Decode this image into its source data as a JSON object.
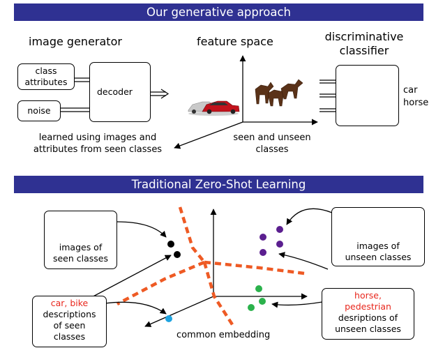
{
  "top": {
    "title": "Our generative approach",
    "image_generator": "image generator",
    "feature_space": "feature space",
    "discriminative": "discriminative",
    "classifier": "classifier",
    "class_attr_1": "class",
    "class_attr_2": "attributes",
    "noise": "noise",
    "decoder": "decoder",
    "car": "car",
    "horse": "horse",
    "learned_1": "learned using images and",
    "learned_2": "attributes from seen classes",
    "seen_unseen_1": "seen and unseen",
    "seen_unseen_2": "classes"
  },
  "bottom": {
    "title": "Traditional Zero-Shot Learning",
    "images_seen_1": "images of",
    "images_seen_2": "seen classes",
    "images_unseen_1": "images of",
    "images_unseen_2": "unseen classes",
    "desc_seen_red": "car, bike",
    "desc_seen_1": "descriptions",
    "desc_seen_2": "of seen",
    "desc_seen_3": "classes",
    "desc_unseen_red1": "horse,",
    "desc_unseen_red2": "pedestrian",
    "desc_unseen_1": "desriptions of",
    "desc_unseen_2": "unseen classes",
    "common_embedding": "common embedding"
  },
  "colors": {
    "banner": "#2f3192",
    "accent_red": "#e8261c",
    "separator_orange": "#ee5a24",
    "seen_points": "#000000",
    "unseen_points": "#5b1f8f",
    "green_points": "#2bb24c",
    "embedding_point": "#1ea3e0"
  }
}
